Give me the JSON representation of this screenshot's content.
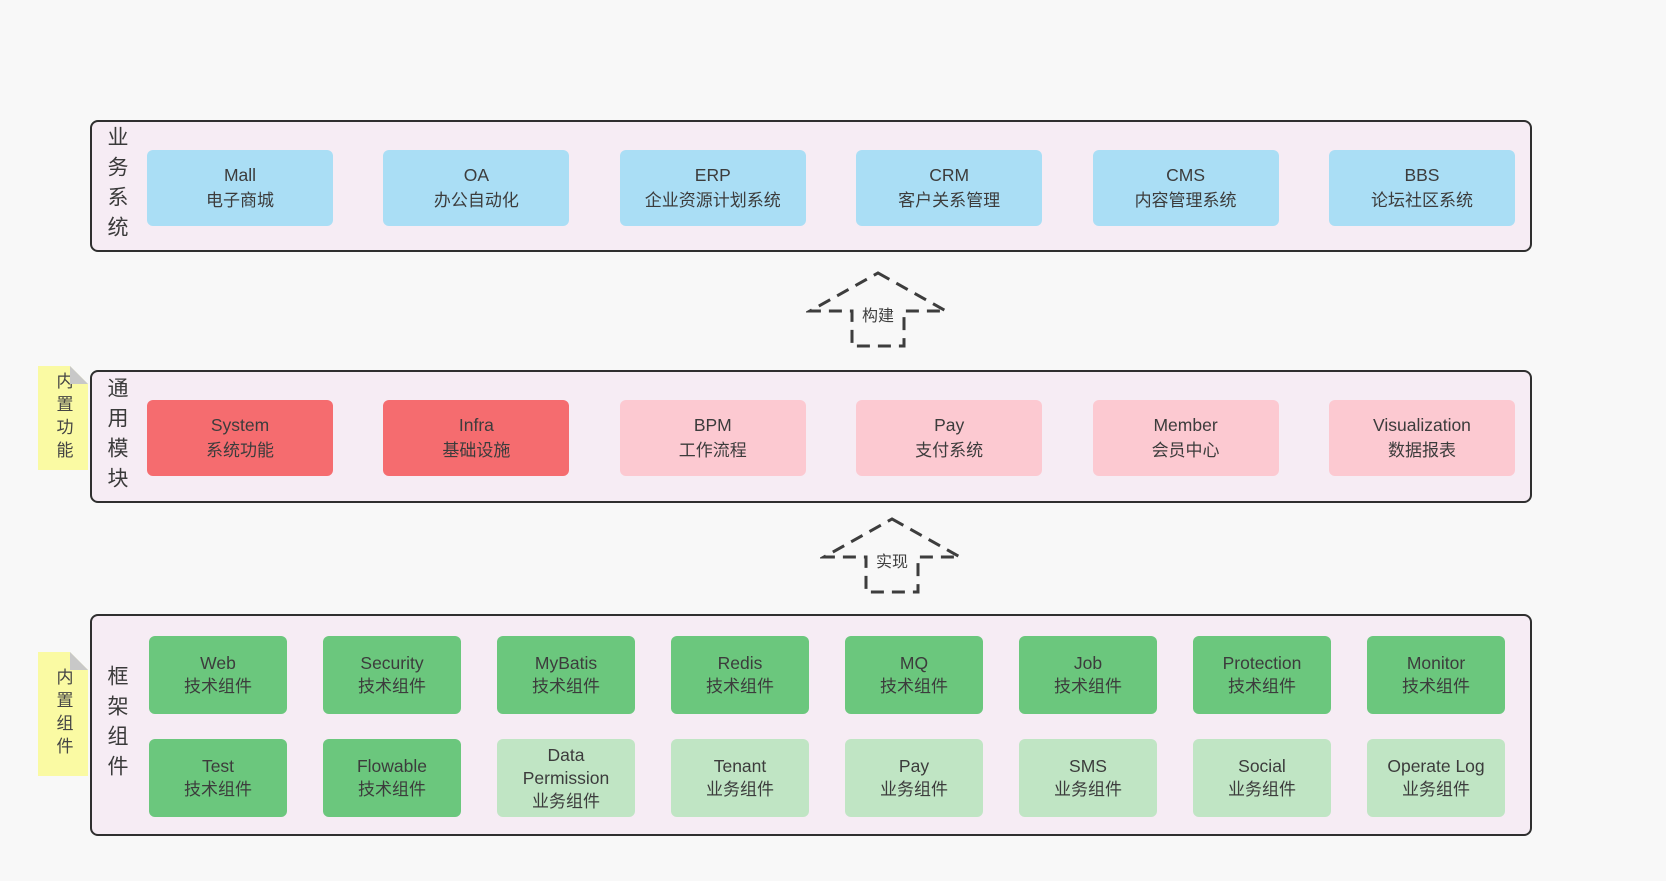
{
  "colors": {
    "page_bg": "#f8f8f8",
    "panel_bg": "#f6ecf4",
    "panel_border": "#2f2f2f",
    "blue": "#aadef5",
    "red": "#f56c6f",
    "pink": "#fcc9d1",
    "green": "#6bc77d",
    "green_light": "#c0e5c4",
    "note_yellow": "#fafaa3",
    "note_fold": "#c8c8c8",
    "text": "#3b3b3b"
  },
  "arrows": [
    {
      "label": "构建"
    },
    {
      "label": "实现"
    }
  ],
  "sections": [
    {
      "label": "业务系统",
      "boxes": [
        {
          "name": "Mall",
          "desc": "电子商城",
          "type": "blue"
        },
        {
          "name": "OA",
          "desc": "办公自动化",
          "type": "blue"
        },
        {
          "name": "ERP",
          "desc": "企业资源计划系统",
          "type": "blue"
        },
        {
          "name": "CRM",
          "desc": "客户关系管理",
          "type": "blue"
        },
        {
          "name": "CMS",
          "desc": "内容管理系统",
          "type": "blue"
        },
        {
          "name": "BBS",
          "desc": "论坛社区系统",
          "type": "blue"
        }
      ]
    },
    {
      "label": "通用模块",
      "note": "内置功能",
      "boxes": [
        {
          "name": "System",
          "desc": "系统功能",
          "type": "red"
        },
        {
          "name": "Infra",
          "desc": "基础设施",
          "type": "red"
        },
        {
          "name": "BPM",
          "desc": "工作流程",
          "type": "pink"
        },
        {
          "name": "Pay",
          "desc": "支付系统",
          "type": "pink"
        },
        {
          "name": "Member",
          "desc": "会员中心",
          "type": "pink"
        },
        {
          "name": "Visualization",
          "desc": "数据报表",
          "type": "pink"
        }
      ]
    },
    {
      "label": "框架组件",
      "note": "内置组件",
      "rows": [
        [
          {
            "name": "Web",
            "desc": "技术组件",
            "type": "green"
          },
          {
            "name": "Security",
            "desc": "技术组件",
            "type": "green"
          },
          {
            "name": "MyBatis",
            "desc": "技术组件",
            "type": "green"
          },
          {
            "name": "Redis",
            "desc": "技术组件",
            "type": "green"
          },
          {
            "name": "MQ",
            "desc": "技术组件",
            "type": "green"
          },
          {
            "name": "Job",
            "desc": "技术组件",
            "type": "green"
          },
          {
            "name": "Protection",
            "desc": "技术组件",
            "type": "green"
          },
          {
            "name": "Monitor",
            "desc": "技术组件",
            "type": "green"
          }
        ],
        [
          {
            "name": "Test",
            "desc": "技术组件",
            "type": "green"
          },
          {
            "name": "Flowable",
            "desc": "技术组件",
            "type": "green"
          },
          {
            "name": "Data Permission",
            "desc": "业务组件",
            "type": "green-light"
          },
          {
            "name": "Tenant",
            "desc": "业务组件",
            "type": "green-light"
          },
          {
            "name": "Pay",
            "desc": "业务组件",
            "type": "green-light"
          },
          {
            "name": "SMS",
            "desc": "业务组件",
            "type": "green-light"
          },
          {
            "name": "Social",
            "desc": "业务组件",
            "type": "green-light"
          },
          {
            "name": "Operate Log",
            "desc": "业务组件",
            "type": "green-light"
          }
        ]
      ]
    }
  ]
}
